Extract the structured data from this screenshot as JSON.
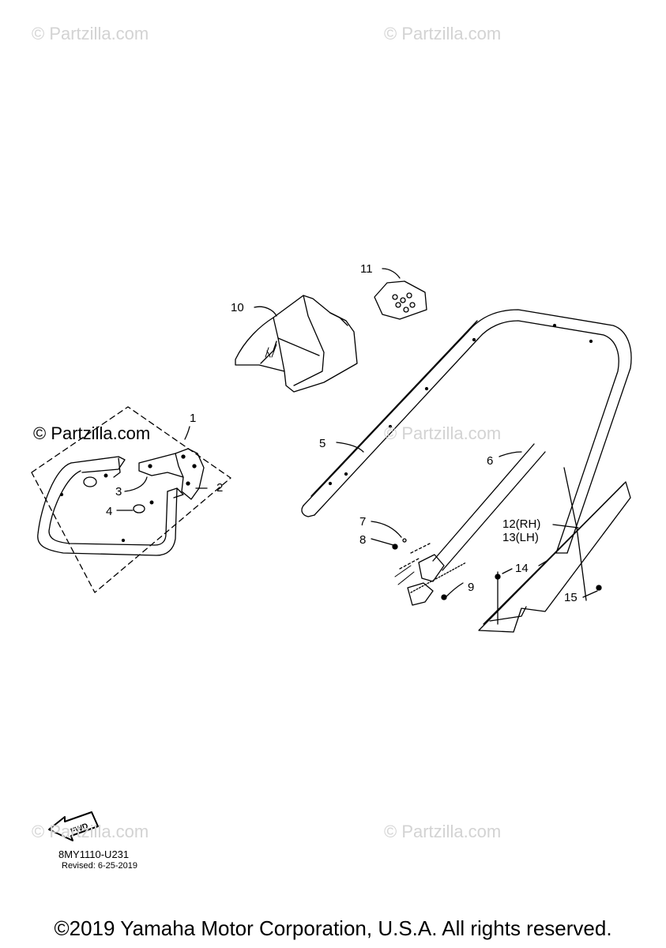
{
  "watermarks": {
    "top_left": "© Partzilla.com",
    "top_right": "© Partzilla.com",
    "middle_left": "© Partzilla.com",
    "middle_right": "© Partzilla.com",
    "bottom_left": "© Partzilla.com",
    "bottom_right": "© Partzilla.com"
  },
  "callouts": {
    "c1": "1",
    "c2": "2",
    "c3": "3",
    "c4": "4",
    "c5": "5",
    "c6": "6",
    "c7": "7",
    "c8": "8",
    "c9": "9",
    "c10": "10",
    "c11": "11",
    "c12": "12(RH)",
    "c13": "13(LH)",
    "c14": "14",
    "c15": "15"
  },
  "fwd_label": "FWD",
  "diagram_code": "8MY1110-U231",
  "revised": "Revised: 6-25-2019",
  "copyright": "©2019 Yamaha Motor Corporation, U.S.A. All rights reserved."
}
